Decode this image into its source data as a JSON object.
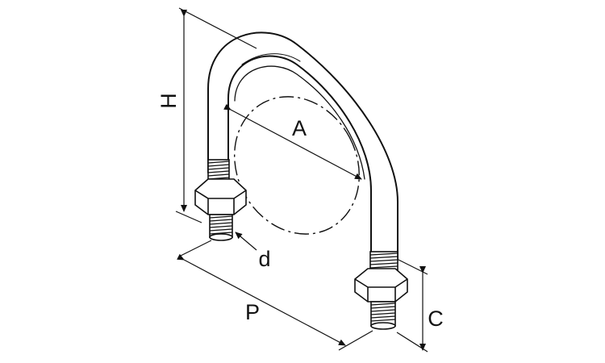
{
  "diagram": {
    "labels": {
      "height": "H",
      "inner_width": "A",
      "diameter": "d",
      "pitch": "P",
      "thread_length": "C"
    },
    "colors": {
      "line": "#111111",
      "background": "#ffffff",
      "part_fill": "#ffffff"
    }
  }
}
